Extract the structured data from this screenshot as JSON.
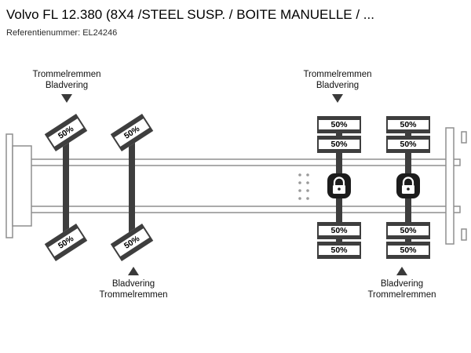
{
  "header": {
    "title": "Volvo FL 12.380 (8X4 /STEEL SUSP. / BOITE MANUELLE / ...",
    "reference": "Referentienummer: EL24246"
  },
  "annotations": {
    "front_top": {
      "line1": "Trommelremmen",
      "line2": "Bladvering"
    },
    "rear_top": {
      "line1": "Trommelremmen",
      "line2": "Bladvering"
    },
    "front_bottom": {
      "line1": "Bladvering",
      "line2": "Trommelremmen"
    },
    "rear_bottom": {
      "line1": "Bladvering",
      "line2": "Trommelremmen"
    }
  },
  "tyres": {
    "front": [
      "50%",
      "50%",
      "50%",
      "50%"
    ],
    "rear": [
      "50%",
      "50%",
      "50%",
      "50%",
      "50%",
      "50%",
      "50%",
      "50%"
    ]
  },
  "icons": {
    "diff_lock": "padlock-icon",
    "pointer_top": "triangle-down-icon",
    "pointer_bottom": "triangle-up-icon"
  },
  "colors": {
    "wheel_dark": "#3e3e3e",
    "chassis_line": "#8f8f8f",
    "lock_color": "#1c1c1c",
    "text_color": "#000000"
  }
}
